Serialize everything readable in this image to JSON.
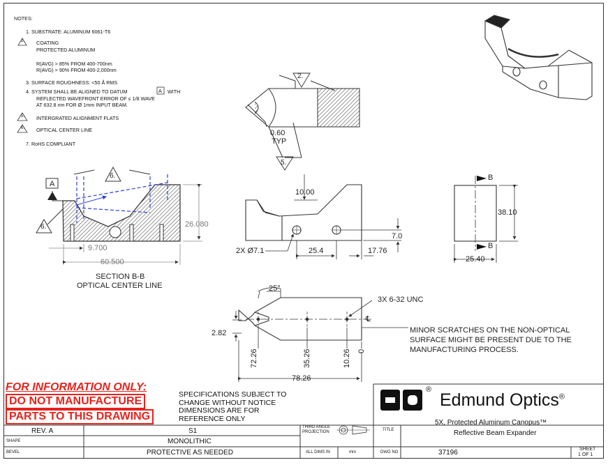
{
  "notes": {
    "header": "NOTES:",
    "n1": "1.   SUBSTRATE: ALUMINUM 6061-T6",
    "n2_flag": "2.",
    "n2a": "COATING",
    "n2b": "PROTECTED ALUMINUM",
    "n2c": "R(AVG) > 85% FROM 400-700nm",
    "n2d": "R(AVG) > 90% FROM 400-2,000nm",
    "n3": "3.   SURFACE ROUGHNESS: <50 Å RMS",
    "n4a": "4.   SYSTEM SHALL BE ALIGNED TO DATUM",
    "n4_datum": "A",
    "n4a_end": "WITH",
    "n4b": "REFLECTED WAVEFRONT ERROR OF ≤ 1/8 WAVE",
    "n4c": "AT 632.8 nm FOR Ø 1mm INPUT BEAM.",
    "n5_flag": "5.",
    "n5": "INTERGRATED ALIGNMENT FLATS",
    "n6_flag": "6.",
    "n6": "OPTICAL CENTER LINE",
    "n7": "7.   RoHS COMPLIANT"
  },
  "dims": {
    "cone_flag2": "2.",
    "cone_flag5": "5.",
    "cone_tip": "0.60",
    "cone_typ": "TYP",
    "sec_datum": "A",
    "sec_flag6a": "6.",
    "sec_flag6b": "6.",
    "sec_height": "26.080",
    "sec_w1": "9.700",
    "sec_w2": "60.500",
    "sec_title": "SECTION B-B",
    "sec_sub": "OPTICAL CENTER LINE",
    "front_top": "10.00",
    "front_hole": "2X Ø7.1",
    "front_w1": "25.4",
    "front_w2": "17.76",
    "front_h": "7.0",
    "side_h": "38.10",
    "side_w": "25.40",
    "side_b1": "B",
    "side_b2": "B",
    "top_angle": "25°",
    "top_thread": "3X 6-32 UNC",
    "top_cl": "℄",
    "top_left": "2.82",
    "top_o1": "72.26",
    "top_o2": "35.26",
    "top_o3": "10.26",
    "top_o4": "0",
    "top_total": "78.26",
    "scratch_note": [
      "MINOR SCRATCHES ON THE NON-OPTICAL",
      "SURFACE MIGHT BE PRESENT DUE TO THE",
      "MANUFACTURING PROCESS."
    ]
  },
  "warning": {
    "line1": "FOR INFORMATION ONLY:",
    "line2": "DO NOT MANUFACTURE",
    "line3": "PARTS TO THIS DRAWING"
  },
  "spec_text": [
    "SPECIFICATIONS SUBJECT TO",
    "CHANGE WITHOUT NOTICE",
    "DIMENSIONS ARE FOR",
    "REFERENCE ONLY"
  ],
  "title_block": {
    "brand": "Edmund Optics",
    "brand_mark": "®",
    "logo_mark": "®",
    "rev_label": "REV. A",
    "rev_value": "S1",
    "shape_label": "SHAPE",
    "shape_value": "MONOLITHIC",
    "bevel_label": "BEVEL",
    "bevel_value": "PROTECTIVE AS NEEDED",
    "projection_label1": "THIRD ANGLE",
    "projection_label2": "PROJECTION",
    "title_label": "TITLE",
    "title1": "5X, Protected Aluminum Canopus™",
    "title2": "Reflective Beam Expander",
    "dims_label": "ALL DIMS IN",
    "dims_unit": "mm",
    "dwg_label": "DWG NO",
    "dwg_value": "37196",
    "sheet_label": "SHEET",
    "sheet_value": "1 OF 1"
  },
  "colors": {
    "line": "#333333",
    "dim": "#555555",
    "hidden": "#2a3fd8",
    "warning": "#e8221b"
  }
}
